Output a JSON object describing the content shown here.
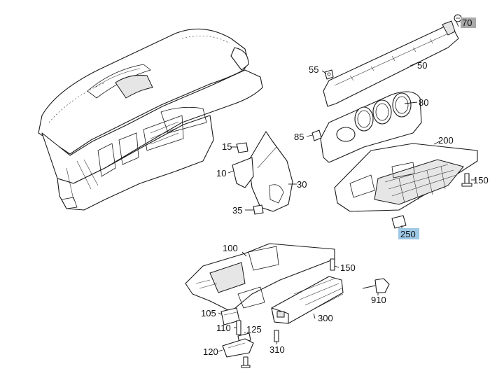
{
  "diagram": {
    "callouts": [
      {
        "id": "c10",
        "label": "10"
      },
      {
        "id": "c15",
        "label": "15"
      },
      {
        "id": "c30",
        "label": "30"
      },
      {
        "id": "c35",
        "label": "35"
      },
      {
        "id": "c50",
        "label": "50"
      },
      {
        "id": "c55",
        "label": "55"
      },
      {
        "id": "c70",
        "label": "70"
      },
      {
        "id": "c80",
        "label": "80"
      },
      {
        "id": "c85",
        "label": "85"
      },
      {
        "id": "c100",
        "label": "100"
      },
      {
        "id": "c105",
        "label": "105"
      },
      {
        "id": "c110",
        "label": "110"
      },
      {
        "id": "c120",
        "label": "120"
      },
      {
        "id": "c125",
        "label": "125"
      },
      {
        "id": "c150a",
        "label": "150"
      },
      {
        "id": "c150b",
        "label": "150"
      },
      {
        "id": "c200",
        "label": "200"
      },
      {
        "id": "c250",
        "label": "250"
      },
      {
        "id": "c300",
        "label": "300"
      },
      {
        "id": "c310",
        "label": "310"
      },
      {
        "id": "c910",
        "label": "910"
      }
    ],
    "highlight_colors": {
      "blue": "#9ec9e6",
      "grey": "#a9a9a9"
    }
  }
}
